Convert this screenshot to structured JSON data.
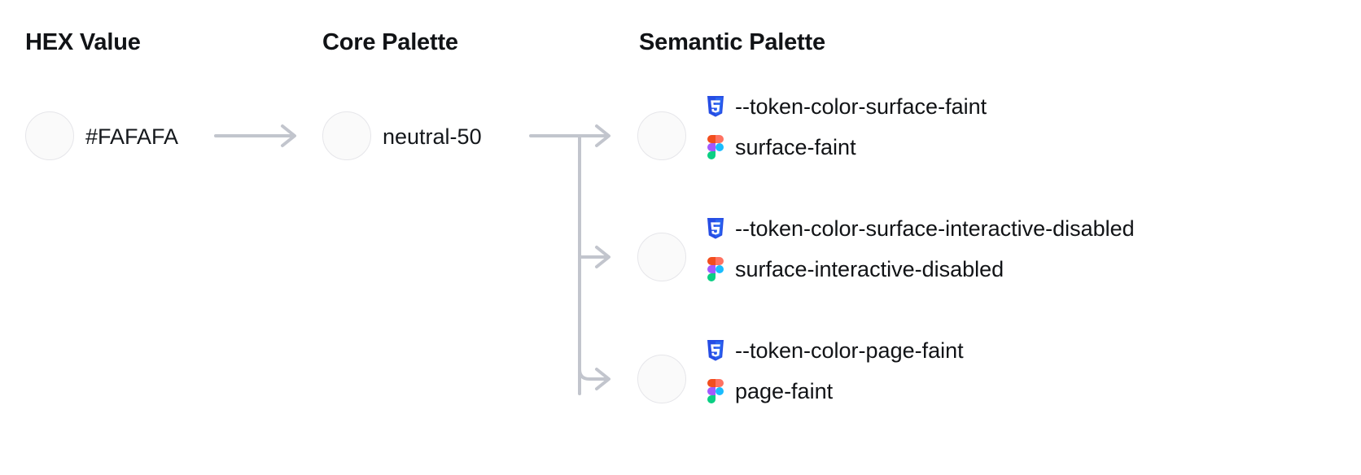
{
  "columns": {
    "hex": {
      "heading": "HEX Value"
    },
    "core": {
      "heading": "Core Palette"
    },
    "semantic": {
      "heading": "Semantic Palette"
    }
  },
  "hex": {
    "value": "#FAFAFA",
    "swatch_color": "#FAFAFA"
  },
  "core": {
    "value": "neutral-50",
    "swatch_color": "#FAFAFA"
  },
  "semantic": {
    "tokens": [
      {
        "swatch_color": "#FAFAFA",
        "css_icon": "css3-icon",
        "css_variable": "--token-color-surface-faint",
        "figma_icon": "figma-icon",
        "figma_name": "surface-faint"
      },
      {
        "swatch_color": "#FAFAFA",
        "css_icon": "css3-icon",
        "css_variable": "--token-color-surface-interactive-disabled",
        "figma_icon": "figma-icon",
        "figma_name": "surface-interactive-disabled"
      },
      {
        "swatch_color": "#FAFAFA",
        "css_icon": "css3-icon",
        "css_variable": "--token-color-page-faint",
        "figma_icon": "figma-icon",
        "figma_name": "page-faint"
      }
    ]
  },
  "connectors": {
    "line_color": "#C2C5CD",
    "arrow_count": 4
  },
  "palette": {
    "css_blue": "#264DE4",
    "css_blue_dark": "#2965F1",
    "figma_orange": "#F24E1E",
    "figma_purple": "#A259FF",
    "figma_blue": "#1ABCFE",
    "figma_green": "#0ACF83",
    "swatch_border": "#E6E6EA",
    "text": "#111316"
  }
}
